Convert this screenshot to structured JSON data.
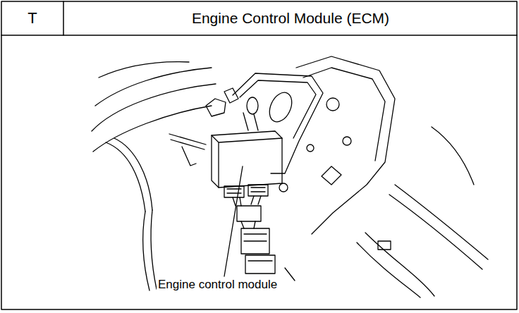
{
  "diagram": {
    "title": "Engine Control Module (ECM)",
    "labels": [
      "T",
      "Engine control module"
    ]
  }
}
